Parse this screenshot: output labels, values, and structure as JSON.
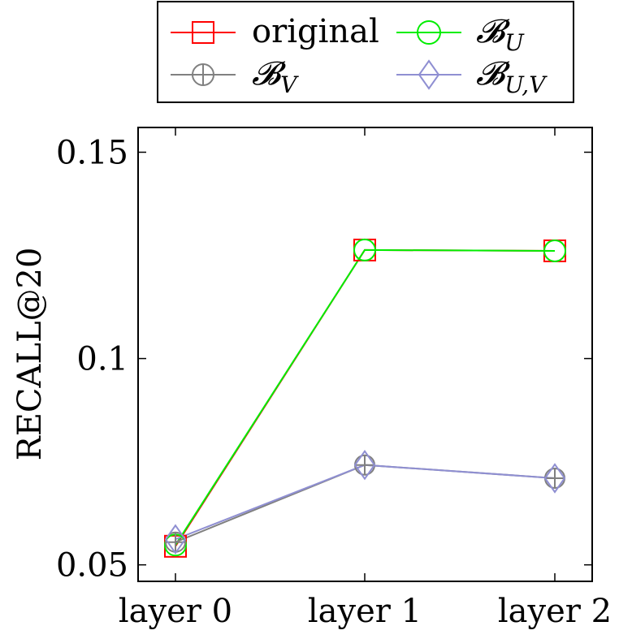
{
  "chart_data": {
    "type": "line",
    "categories": [
      "layer 0",
      "layer 1",
      "layer 2"
    ],
    "ylabel": "RECALL@20",
    "xlabel": "",
    "title": "",
    "ylim": [
      0.046,
      0.156
    ],
    "yticks": [
      0.05,
      0.1,
      0.15
    ],
    "ytick_labels": [
      "0.05",
      "0.1",
      "0.15"
    ],
    "grid": false,
    "legend_position": "top",
    "series": [
      {
        "name": "original",
        "values": [
          0.0545,
          0.1263,
          0.1261
        ],
        "color": "#ff0000",
        "marker": "square"
      },
      {
        "name": "𝓑U",
        "values": [
          0.0548,
          0.1263,
          0.1261
        ],
        "color": "#00ee00",
        "marker": "circle"
      },
      {
        "name": "𝓑V",
        "values": [
          0.0555,
          0.0742,
          0.071
        ],
        "color": "#808080",
        "marker": "oplus"
      },
      {
        "name": "𝓑U,V",
        "values": [
          0.0562,
          0.0742,
          0.071
        ],
        "color": "#8f8fd2",
        "marker": "diamond"
      }
    ]
  }
}
